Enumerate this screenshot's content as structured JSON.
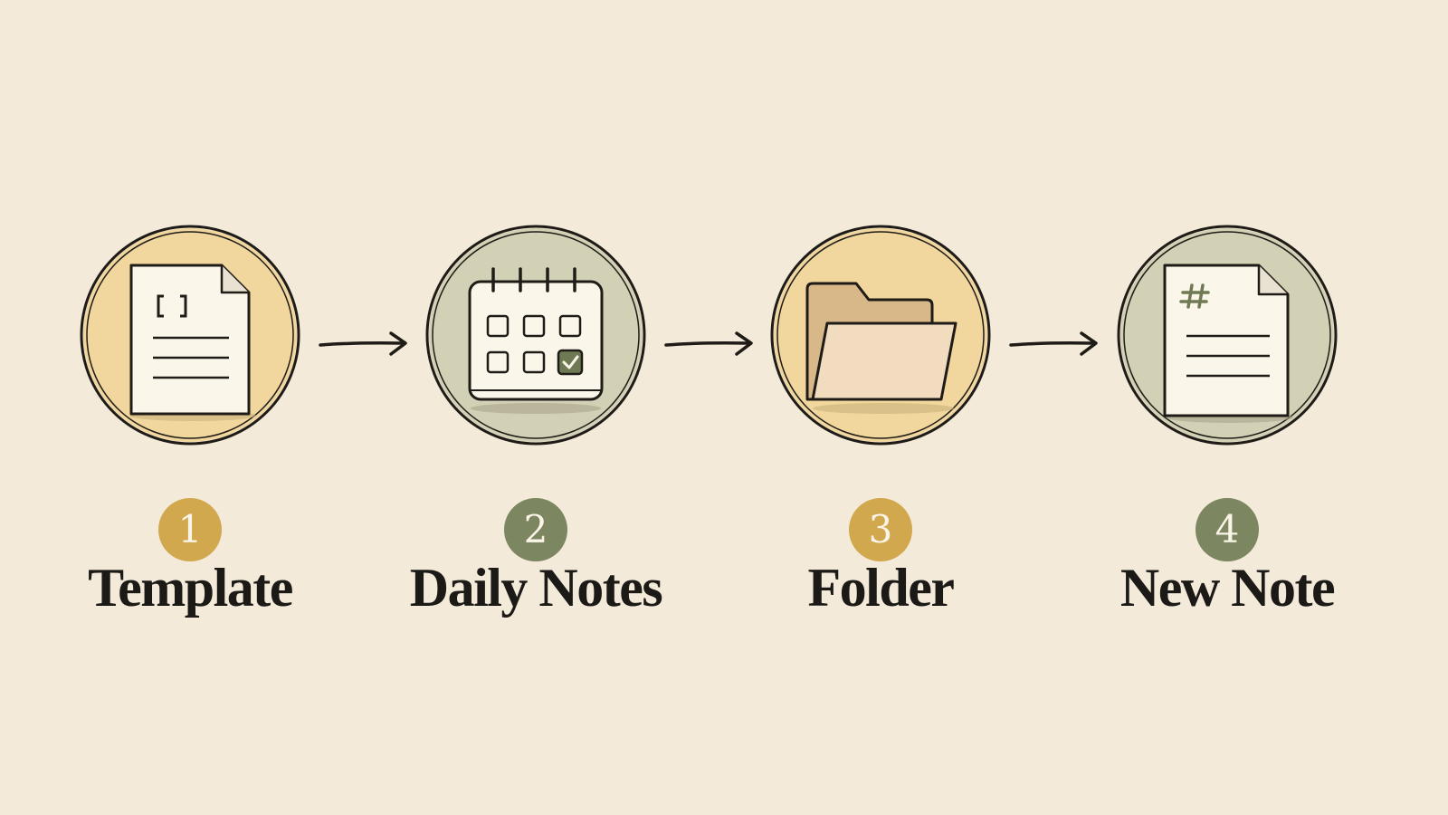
{
  "colors": {
    "background": "#f4ead9",
    "amber": "#d2a84e",
    "sage": "#7c8660",
    "amber_fill": "#f1d79d",
    "sage_fill": "#d3d1b5",
    "ink": "#1c1a17"
  },
  "steps": [
    {
      "number": "1",
      "label": "Template",
      "icon": "template-document-icon",
      "accent": "amber"
    },
    {
      "number": "2",
      "label": "Daily Notes",
      "icon": "calendar-icon",
      "accent": "sage"
    },
    {
      "number": "3",
      "label": "Folder",
      "icon": "folder-icon",
      "accent": "amber"
    },
    {
      "number": "4",
      "label": "New Note",
      "icon": "new-note-icon",
      "accent": "sage"
    }
  ],
  "connectors": [
    "arrow-right-icon",
    "arrow-right-icon",
    "arrow-right-icon"
  ]
}
